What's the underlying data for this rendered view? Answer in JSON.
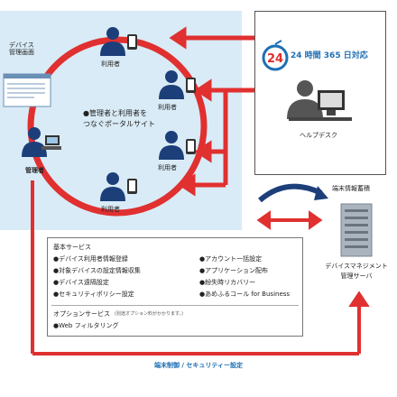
{
  "device_admin_screen": "デバイス\n管理画面",
  "users_label": "利用者",
  "admin_label": "管理者",
  "portal_text": "●管理者と利用者を\nつなぐポータルサイト",
  "support_badge": "24 時間 365 日対応",
  "badge_number": "24",
  "helpdesk_label": "ヘルプデスク",
  "terminal_info": "端末情報蓄積",
  "server_label": "デバイスマネジメント\n管理サーバ",
  "services": {
    "basic_title": "基本サービス",
    "left_items": [
      "●デバイス利用者情報登録",
      "●対象デバイスの設定情報収集",
      "●デバイス遠隔設定",
      "●セキュリティポリシー設定"
    ],
    "right_items": [
      "●アカウント一括設定",
      "●アプリケーション配布",
      "●紛失時リカバリー",
      "●あめふるコール for Business"
    ],
    "option_title": "オプションサービス",
    "option_note": "(別途オプション料がかかります。)",
    "option_items": [
      "●Web フィルタリング"
    ]
  },
  "footer": "端末制御 / セキュリティー設定",
  "colors": {
    "red": "#e03030",
    "blue": "#1f6fb5",
    "navy": "#1c3f7a",
    "panel": "#d9ebf6"
  }
}
